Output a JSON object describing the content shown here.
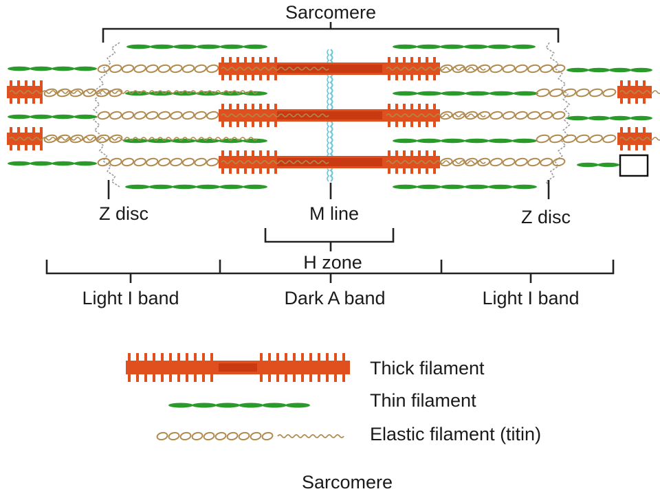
{
  "diagram": {
    "top_label": "Sarcomere",
    "labels": {
      "z_disc_left": "Z disc",
      "m_line": "M line",
      "z_disc_right": "Z disc",
      "h_zone": "H zone",
      "light_i_band_left": "Light I band",
      "dark_a_band": "Dark A band",
      "light_i_band_right": "Light I band"
    },
    "legend": {
      "thick": "Thick filament",
      "thin": "Thin filament",
      "elastic": "Elastic filament (titin)"
    },
    "caption": "Sarcomere",
    "colors": {
      "thick": "#e0501e",
      "thick_dark": "#c93a12",
      "thin": "#2a9a2a",
      "titin": "#b08a4e",
      "m_line": "#6fc7d8",
      "z_disc": "#9a9a9a",
      "bracket": "#222222"
    }
  }
}
